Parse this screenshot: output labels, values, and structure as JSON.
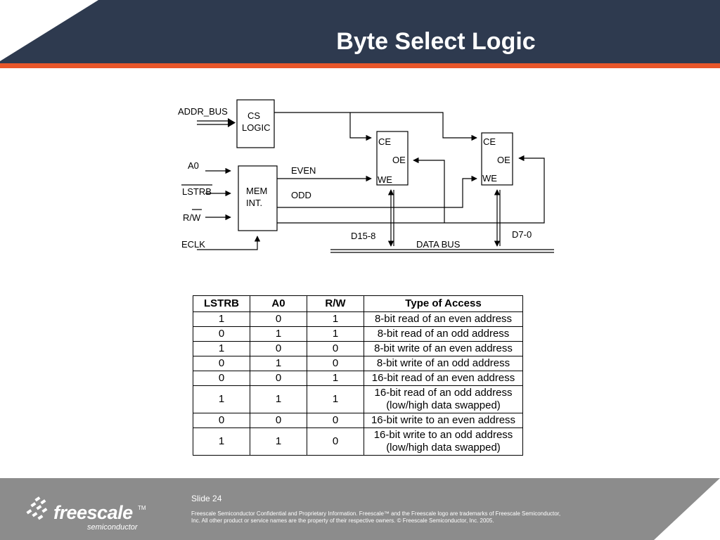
{
  "title": "Byte Select Logic",
  "colors": {
    "header_bg": "#2e3a4f",
    "accent": "#e8562a",
    "footer_bg": "#8c8c8c",
    "white": "#ffffff"
  },
  "diagram": {
    "addr_bus": "ADDR_BUS",
    "cs_logic_line1": "CS",
    "cs_logic_line2": "LOGIC",
    "a0": "A0",
    "lstrb": "LSTRB",
    "rw": "R/W",
    "eclk": "ECLK",
    "mem_int_line1": "MEM",
    "mem_int_line2": "INT.",
    "even": "EVEN",
    "odd": "ODD",
    "ce": "CE",
    "oe": "OE",
    "we": "WE",
    "d15_8": "D15-8",
    "d7_0": "D7-0",
    "data_bus": "DATA BUS"
  },
  "table": {
    "headers": [
      "LSTRB",
      "A0",
      "R/W",
      "Type of Access"
    ],
    "rows": [
      {
        "lstrb": "1",
        "a0": "0",
        "rw": "1",
        "access": "8-bit read of an even address"
      },
      {
        "lstrb": "0",
        "a0": "1",
        "rw": "1",
        "access": "8-bit read of an odd address"
      },
      {
        "lstrb": "1",
        "a0": "0",
        "rw": "0",
        "access": "8-bit write of an even address"
      },
      {
        "lstrb": "0",
        "a0": "1",
        "rw": "0",
        "access": "8-bit write of an odd address"
      },
      {
        "lstrb": "0",
        "a0": "0",
        "rw": "1",
        "access": "16-bit read of an even address"
      },
      {
        "lstrb": "1",
        "a0": "1",
        "rw": "1",
        "access_line1": "16-bit read of an odd address",
        "access_line2": "(low/high data swapped)"
      },
      {
        "lstrb": "0",
        "a0": "0",
        "rw": "0",
        "access": "16-bit write to an even address"
      },
      {
        "lstrb": "1",
        "a0": "1",
        "rw": "0",
        "access_line1": "16-bit write to an odd address",
        "access_line2": "(low/high data swapped)"
      }
    ]
  },
  "footer": {
    "slide_number": "Slide 24",
    "disclaimer": "Freescale Semiconductor Confidential and Proprietary Information. Freescale™ and the Freescale logo are trademarks of Freescale Semiconductor, Inc. All other product or service names are the property of their respective owners. © Freescale Semiconductor, Inc. 2005.",
    "logo_word": "freescale",
    "logo_tm": "TM",
    "logo_sub": "semiconductor"
  }
}
